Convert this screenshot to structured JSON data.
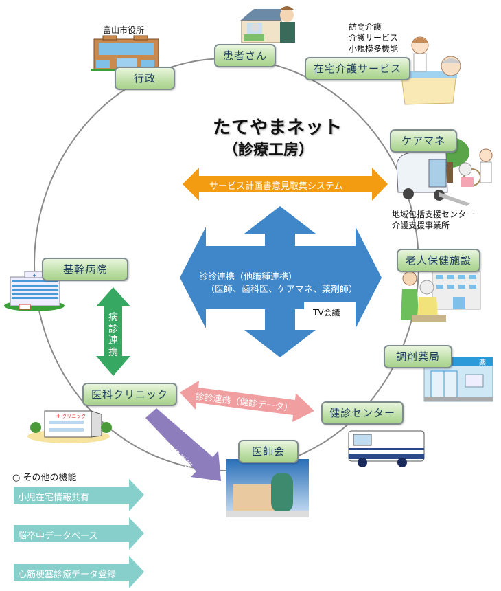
{
  "title": {
    "main": "たてやまネット",
    "sub": "（診療工房）"
  },
  "nodes": {
    "gyosei": "行政",
    "kanja": "患者さん",
    "zaitaku": "在宅介護サービス",
    "caremane": "ケアマネ",
    "roujin": "老人保健施設",
    "yakkyoku": "調剤薬局",
    "kenshin": "健診センター",
    "ishikai": "医師会",
    "clinic": "医科クリニック",
    "kikan": "基幹病院"
  },
  "captions": {
    "cityhall": "富山市役所",
    "zaitaku_lines": [
      "訪問介護",
      "介護サービス",
      "小規模多機能"
    ],
    "caremane_lines": [
      "地域包括支援センター",
      "介護支援事業所"
    ],
    "pharmacy_sign": "薬",
    "clinic_sign": "クリニック"
  },
  "arrows": {
    "service_plan": {
      "label": "サービス計画書意見取集システム",
      "color": "#f39c12"
    },
    "main_cross": {
      "line1": "診診連携（他職種連携）",
      "line2": "（医師、歯科医、ケアマネ、薬剤師）",
      "tv": "TV会議",
      "color": "#3f87c9"
    },
    "byoshin": {
      "label": "病診連携",
      "color": "#37a862"
    },
    "kenshin_data": {
      "label": "診診連携（健診データ）",
      "color": "#f19ea0"
    },
    "image_send": {
      "label": "住民検診画像送信",
      "color": "#8e7dbd"
    }
  },
  "other_features": {
    "heading": "○ その他の機能",
    "color": "#86cfcb",
    "items": [
      "小児在宅情報共有",
      "脳卒中データベース",
      "心筋梗塞診療データ登録"
    ]
  }
}
